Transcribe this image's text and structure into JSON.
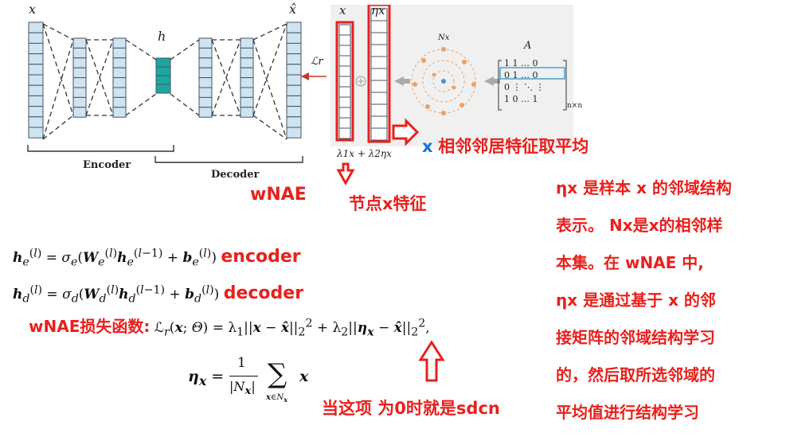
{
  "diagram": {
    "label_x": "x",
    "label_h": "h",
    "label_xhat": "x̂",
    "encoder": "Encoder",
    "decoder": "Decoder",
    "loss": "ℒr",
    "input_x": "x",
    "input_eta": "ηx",
    "combine": "λ1x + λ2ηx",
    "nx": "Nx",
    "matrix_a": "A",
    "matrix_rows": [
      "1 1 … 0",
      "0 1 … 0",
      "0 ⋮ ⋱ ⋮",
      "1 0 … 1"
    ],
    "matrix_size": "n×n"
  },
  "annotations": {
    "neighbor_avg_prefix": "x",
    "neighbor_avg": "相邻邻居特征取平均",
    "wnae": "wNAE",
    "node_feature": "节点x特征",
    "encoder_eq_tag": "encoder",
    "decoder_eq_tag": "decoder",
    "loss_label": "wNAE损失函数:",
    "zero_term": "当这项 为0时就是sdcn"
  },
  "description_lines": [
    "ηx 是样本 x 的邻域结构",
    "表示。 Nx是x的相邻样",
    "本集。在 wNAE 中,",
    "ηx 是通过基于 x  的邻",
    "接矩阵的邻域结构学习",
    "的，然后取所选邻域的",
    "平均值进行结构学习"
  ],
  "colors": {
    "accent": "#e8201c",
    "cell": "#cfe4f0",
    "bottleneck": "#1aa8a0",
    "blue_text": "#1a72d8"
  }
}
